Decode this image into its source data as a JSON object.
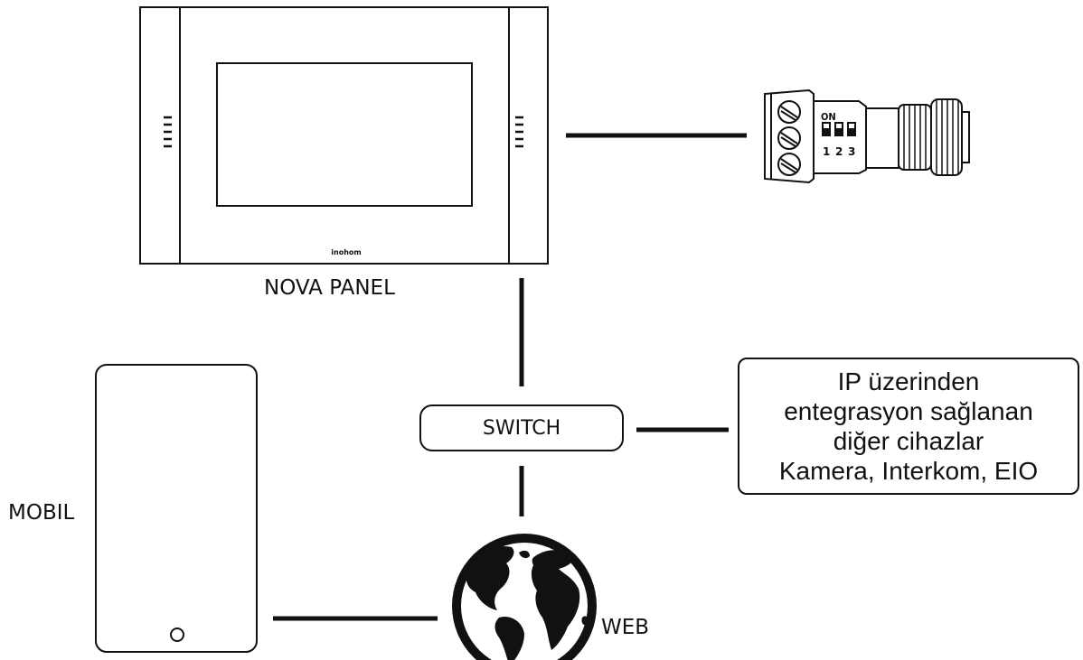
{
  "nodes": {
    "panel": {
      "label": "NOVA PANEL",
      "brand": "inohom"
    },
    "switch": {
      "label": "SWITCH"
    },
    "ip_devices": {
      "lines": [
        "IP üzerinden",
        "entegrasyon sağlanan",
        "diğer cihazlar",
        "Kamera, Interkom, EIO"
      ]
    },
    "mobile": {
      "label": "MOBIL"
    },
    "web": {
      "label": "WEB"
    },
    "connector": {
      "dip_label": "ON",
      "dip_numbers": [
        "1",
        "2",
        "3"
      ]
    }
  },
  "colors": {
    "line": "#111111",
    "background": "#ffffff"
  },
  "icons": {
    "web": "globe-icon",
    "mobile": "tablet-icon",
    "connector": "terminal-connector-icon"
  }
}
